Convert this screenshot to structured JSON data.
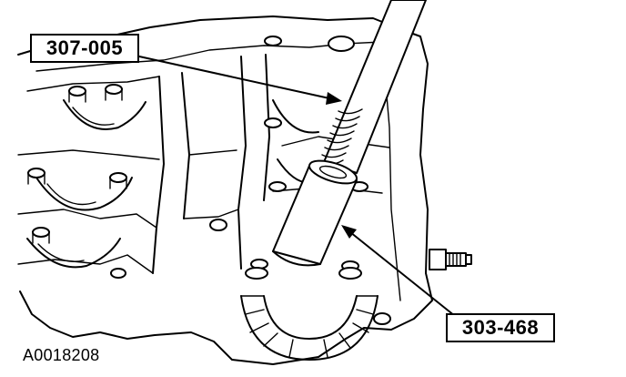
{
  "callouts": {
    "top_label": "307-005",
    "bottom_label": "303-468"
  },
  "figure_id": "A0018208",
  "colors": {
    "line": "#000000",
    "background": "#ffffff"
  }
}
